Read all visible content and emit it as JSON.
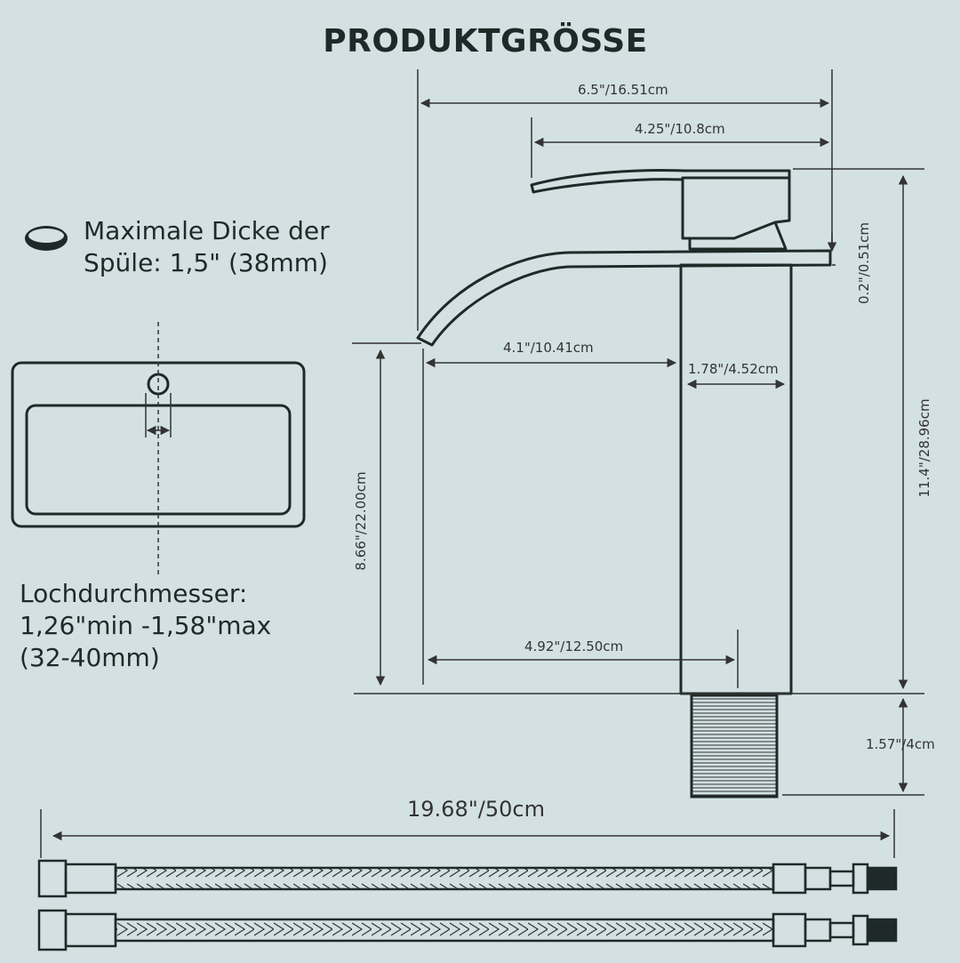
{
  "title": "PRODUKTGRÖSSE",
  "notes": {
    "sink_thickness_line1": "Maximale Dicke der",
    "sink_thickness_line2": "Spüle: 1,5\" (38mm)",
    "hole_line1": "Lochdurchmesser:",
    "hole_line2": "1,26\"min -1,58\"max",
    "hole_line3": "(32-40mm)"
  },
  "dimensions": {
    "overall_width": "6.5\"/16.51cm",
    "handle_width": "4.25\"/10.8cm",
    "base_thickness": "0.2\"/0.51cm",
    "total_height": "11.4\"/28.96cm",
    "spout_reach": "4.1\"/10.41cm",
    "body_width": "1.78\"/4.52cm",
    "spout_height": "8.66\"/22.00cm",
    "base_to_spout": "4.92\"/12.50cm",
    "thread_length": "1.57\"/4cm",
    "hose_length": "19.68\"/50cm"
  },
  "colors": {
    "background": "#d3e1e3",
    "line": "#1f2a28"
  }
}
